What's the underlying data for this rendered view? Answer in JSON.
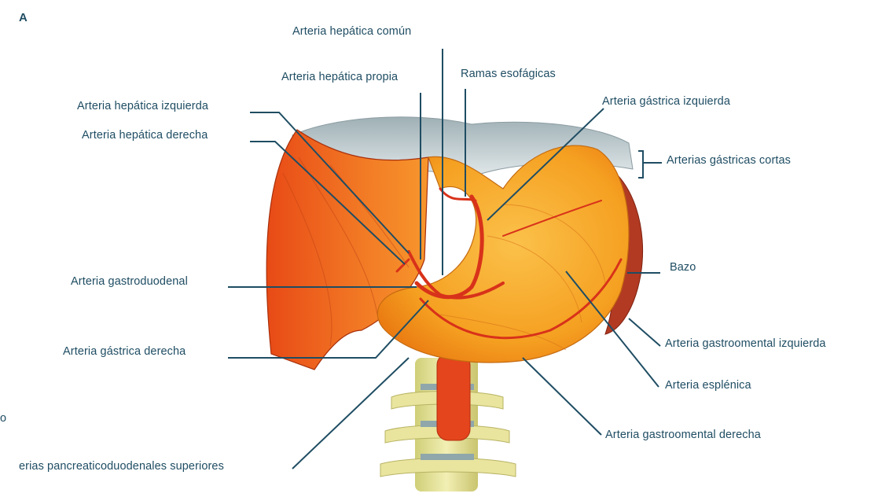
{
  "panel_letter": "A",
  "edge_fragment": "o",
  "labels": {
    "hepatica_comun": "Arteria hepática común",
    "hepatica_propia": "Arteria hepática propia",
    "ramas_esofagicas": "Ramas esofágicas",
    "hepatica_izquierda": "Arteria hepática izquierda",
    "gastrica_izquierda": "Arteria gástrica izquierda",
    "hepatica_derecha": "Arteria hepática derecha",
    "gastricas_cortas": "Arterias gástricas cortas",
    "bazo": "Bazo",
    "gastroduodenal": "Arteria gastroduodenal",
    "gastroomental_izquierda": "Arteria gastroomental izquierda",
    "gastrica_derecha": "Arteria gástrica derecha",
    "esplenica": "Arteria esplénica",
    "gastroomental_derecha": "Arteria gastroomental derecha",
    "pancreaticoduodenales": "erias pancreaticoduodenales superiores"
  },
  "colors": {
    "label_text": "#1f4d63",
    "leader_line": "#1f4d63",
    "liver": "#e8561c",
    "stomach": "#f59a1e",
    "artery": "#d8321a",
    "diaphragm": "#c9d3d6",
    "spine": "#e8e39a"
  }
}
